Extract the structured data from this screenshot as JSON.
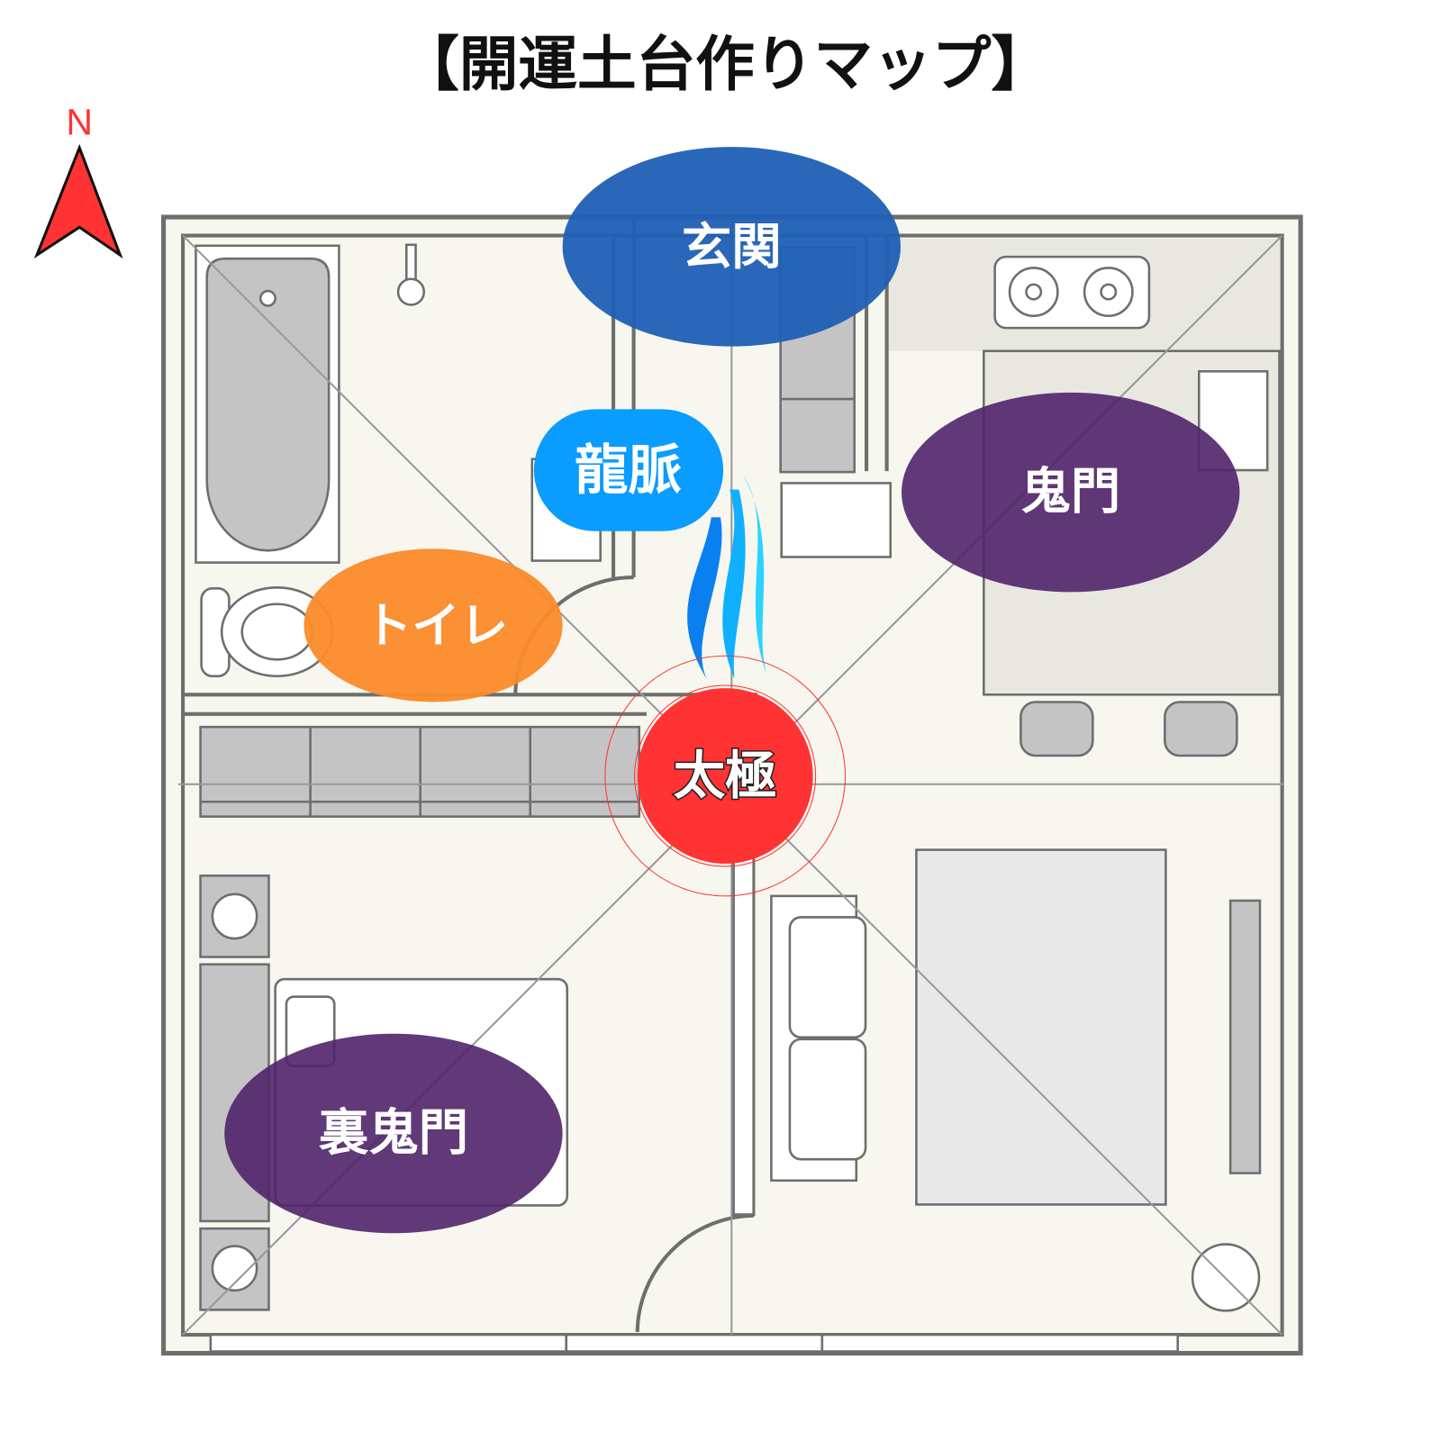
{
  "title": "【開運土台作りマップ】",
  "compass": {
    "label": "N",
    "color": "#ff3333"
  },
  "labels": {
    "genkan": "玄関",
    "ryumyaku": "龍脈",
    "kimon": "鬼門",
    "toilet": "トイレ",
    "taikyoku": "太極",
    "urakimon": "裏鬼門"
  },
  "colors": {
    "genkan": "#1f5fb5",
    "ryumyaku": "#0a9cff",
    "kimon": "#50246a",
    "toilet": "#fb8a2a",
    "taikyoku": "#ff3333",
    "urakimon": "#50246a"
  }
}
